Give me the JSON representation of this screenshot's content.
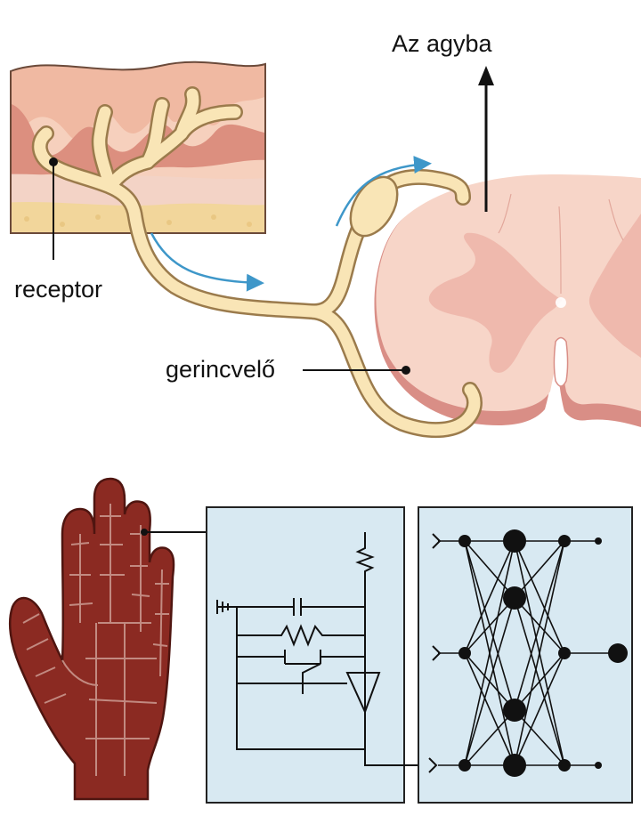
{
  "labels": {
    "brain_arrow": "Az agyba",
    "receptor": "receptor",
    "spinal_cord": "gerincvelő"
  },
  "colors": {
    "skin_outer": "#f0c0a6",
    "skin_dermis": "#dc8f7f",
    "skin_fat": "#f1d89c",
    "neuron": "#f9e5b6",
    "neuron_outline": "#9b7b4c",
    "signal_arrow": "#3e97c9",
    "cord_fill": "#f7d4c8",
    "cord_grey": "#efb8ac",
    "cord_edge": "#d98e86",
    "hand": "#8b2a22",
    "hand_dark": "#5f1a14",
    "panel": "#d8e9f2"
  },
  "icons": [
    "skin-cross-section",
    "sensory-neuron",
    "spinal-cord-cross-section",
    "electronic-skin-hand",
    "sensor-circuit",
    "neural-network"
  ]
}
